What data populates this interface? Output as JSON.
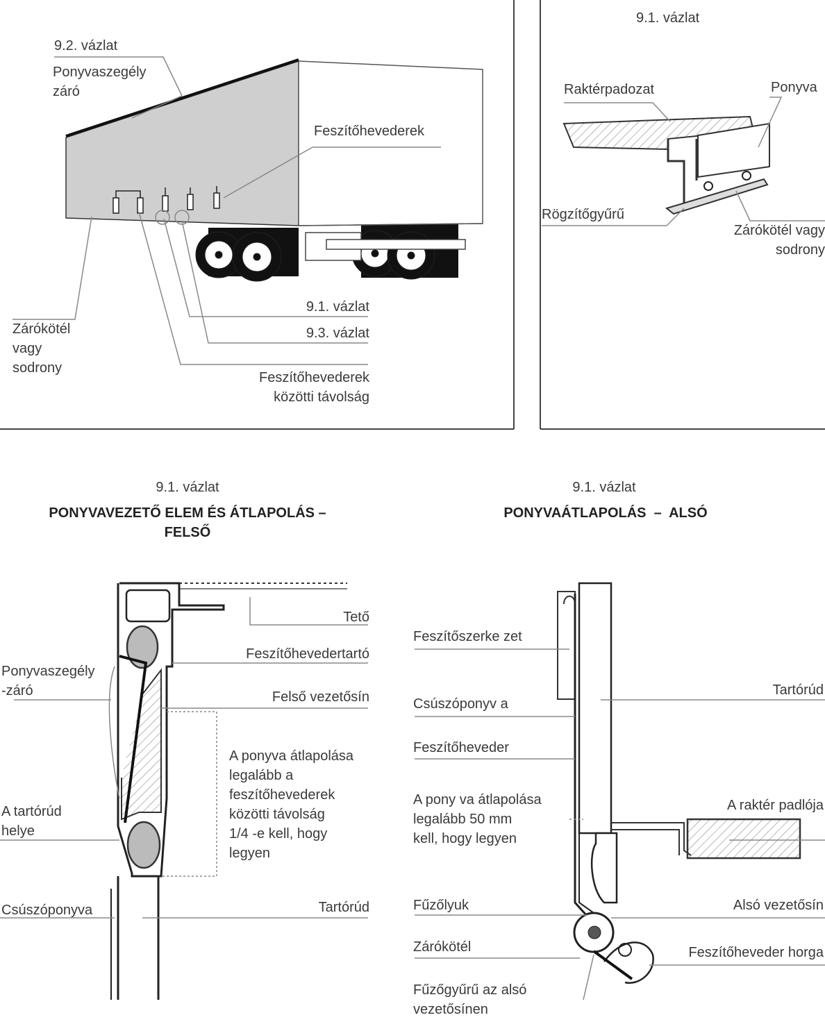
{
  "panel_a": {
    "ref_92": "9.2. vázlat",
    "edge_lock": "Ponyvaszegély\nzáró",
    "straps": "Feszítőhevederek",
    "ref_91": "9.1. vázlat",
    "ref_93": "9.3. vázlat",
    "rope": "Zárókötél\nvagy\nsodrony",
    "spacing": "Feszítőhevederek\nközötti távolság"
  },
  "panel_b": {
    "ref": "9.1. vázlat",
    "floor": "Raktérpadozat",
    "tarp": "Ponyva",
    "ring": "Rögzítőgyűrű",
    "rope": "Zárókötél vagy\nsodrony"
  },
  "panel_c": {
    "ref": "9.1. vázlat",
    "title": "PONYVAVEZETŐ ELEM ÉS ÁTLAPOLÁS –\nFELSŐ",
    "roof": "Tető",
    "strap_holder": "Feszítőhevedertartó",
    "edge_lock": "Ponyvaszegély\n-záró",
    "upper_rail": "Felső vezetősín",
    "overlap_note": "A ponyva átlapolása\nlegalább a\nfeszítőhevederek\nközötti távolság\n1/4 -e kell, hogy\nlegyen",
    "pole_place": "A tartórúd\nhelye",
    "sliding_tarp": "Csúszóponyva",
    "pole": "Tartórúd"
  },
  "panel_d": {
    "ref": "9.1. vázlat",
    "title": "PONYVAÁTLAPOLÁS  –  ALSÓ",
    "tensioner": "Feszítőszerke zet",
    "pole": "Tartórúd",
    "sliding_tarp": "Csúszóponyv a",
    "strap": "Feszítőheveder",
    "overlap_note": "A pony va átlapolása\nlegalább 50 mm\nkell, hogy legyen",
    "floor": "A raktér padlója",
    "eyelet": "Fűzőlyuk",
    "lower_rail": "Alsó vezetősín",
    "rope": "Zárókötél",
    "hook": "Feszítőheveder horga",
    "lace_ring": "Fűzőgyűrű az alsó\nvezetősínen"
  }
}
